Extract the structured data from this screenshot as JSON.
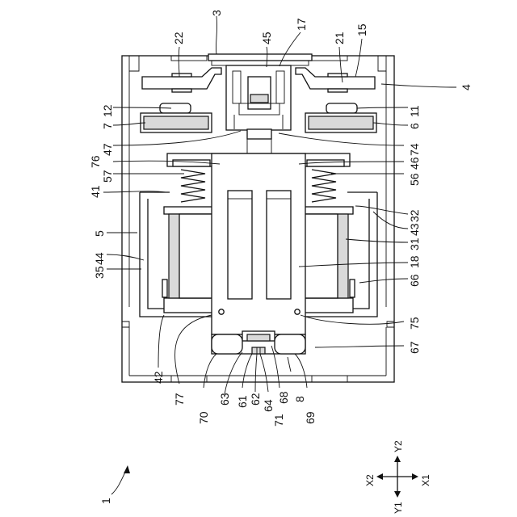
{
  "reference_numerals": {
    "n1": "1",
    "n3": "3",
    "n4": "4",
    "n5": "5",
    "n6": "6",
    "n7": "7",
    "n8": "8",
    "n11": "11",
    "n12": "12",
    "n15": "15",
    "n17": "17",
    "n18": "18",
    "n21": "21",
    "n22": "22",
    "n31": "31",
    "n32": "32",
    "n35": "35",
    "n41": "41",
    "n42": "42",
    "n43": "43",
    "n44": "44",
    "n45": "45",
    "n46": "46",
    "n47": "47",
    "n56": "56",
    "n57": "57",
    "n61": "61",
    "n62": "62",
    "n63": "63",
    "n64": "64",
    "n66": "66",
    "n67": "67",
    "n68": "68",
    "n69": "69",
    "n70": "70",
    "n71": "71",
    "n74": "74",
    "n75": "75",
    "n76": "76",
    "n77": "77"
  },
  "axes": {
    "x1": "X1",
    "x2": "X2",
    "y1": "Y1",
    "y2": "Y2"
  }
}
